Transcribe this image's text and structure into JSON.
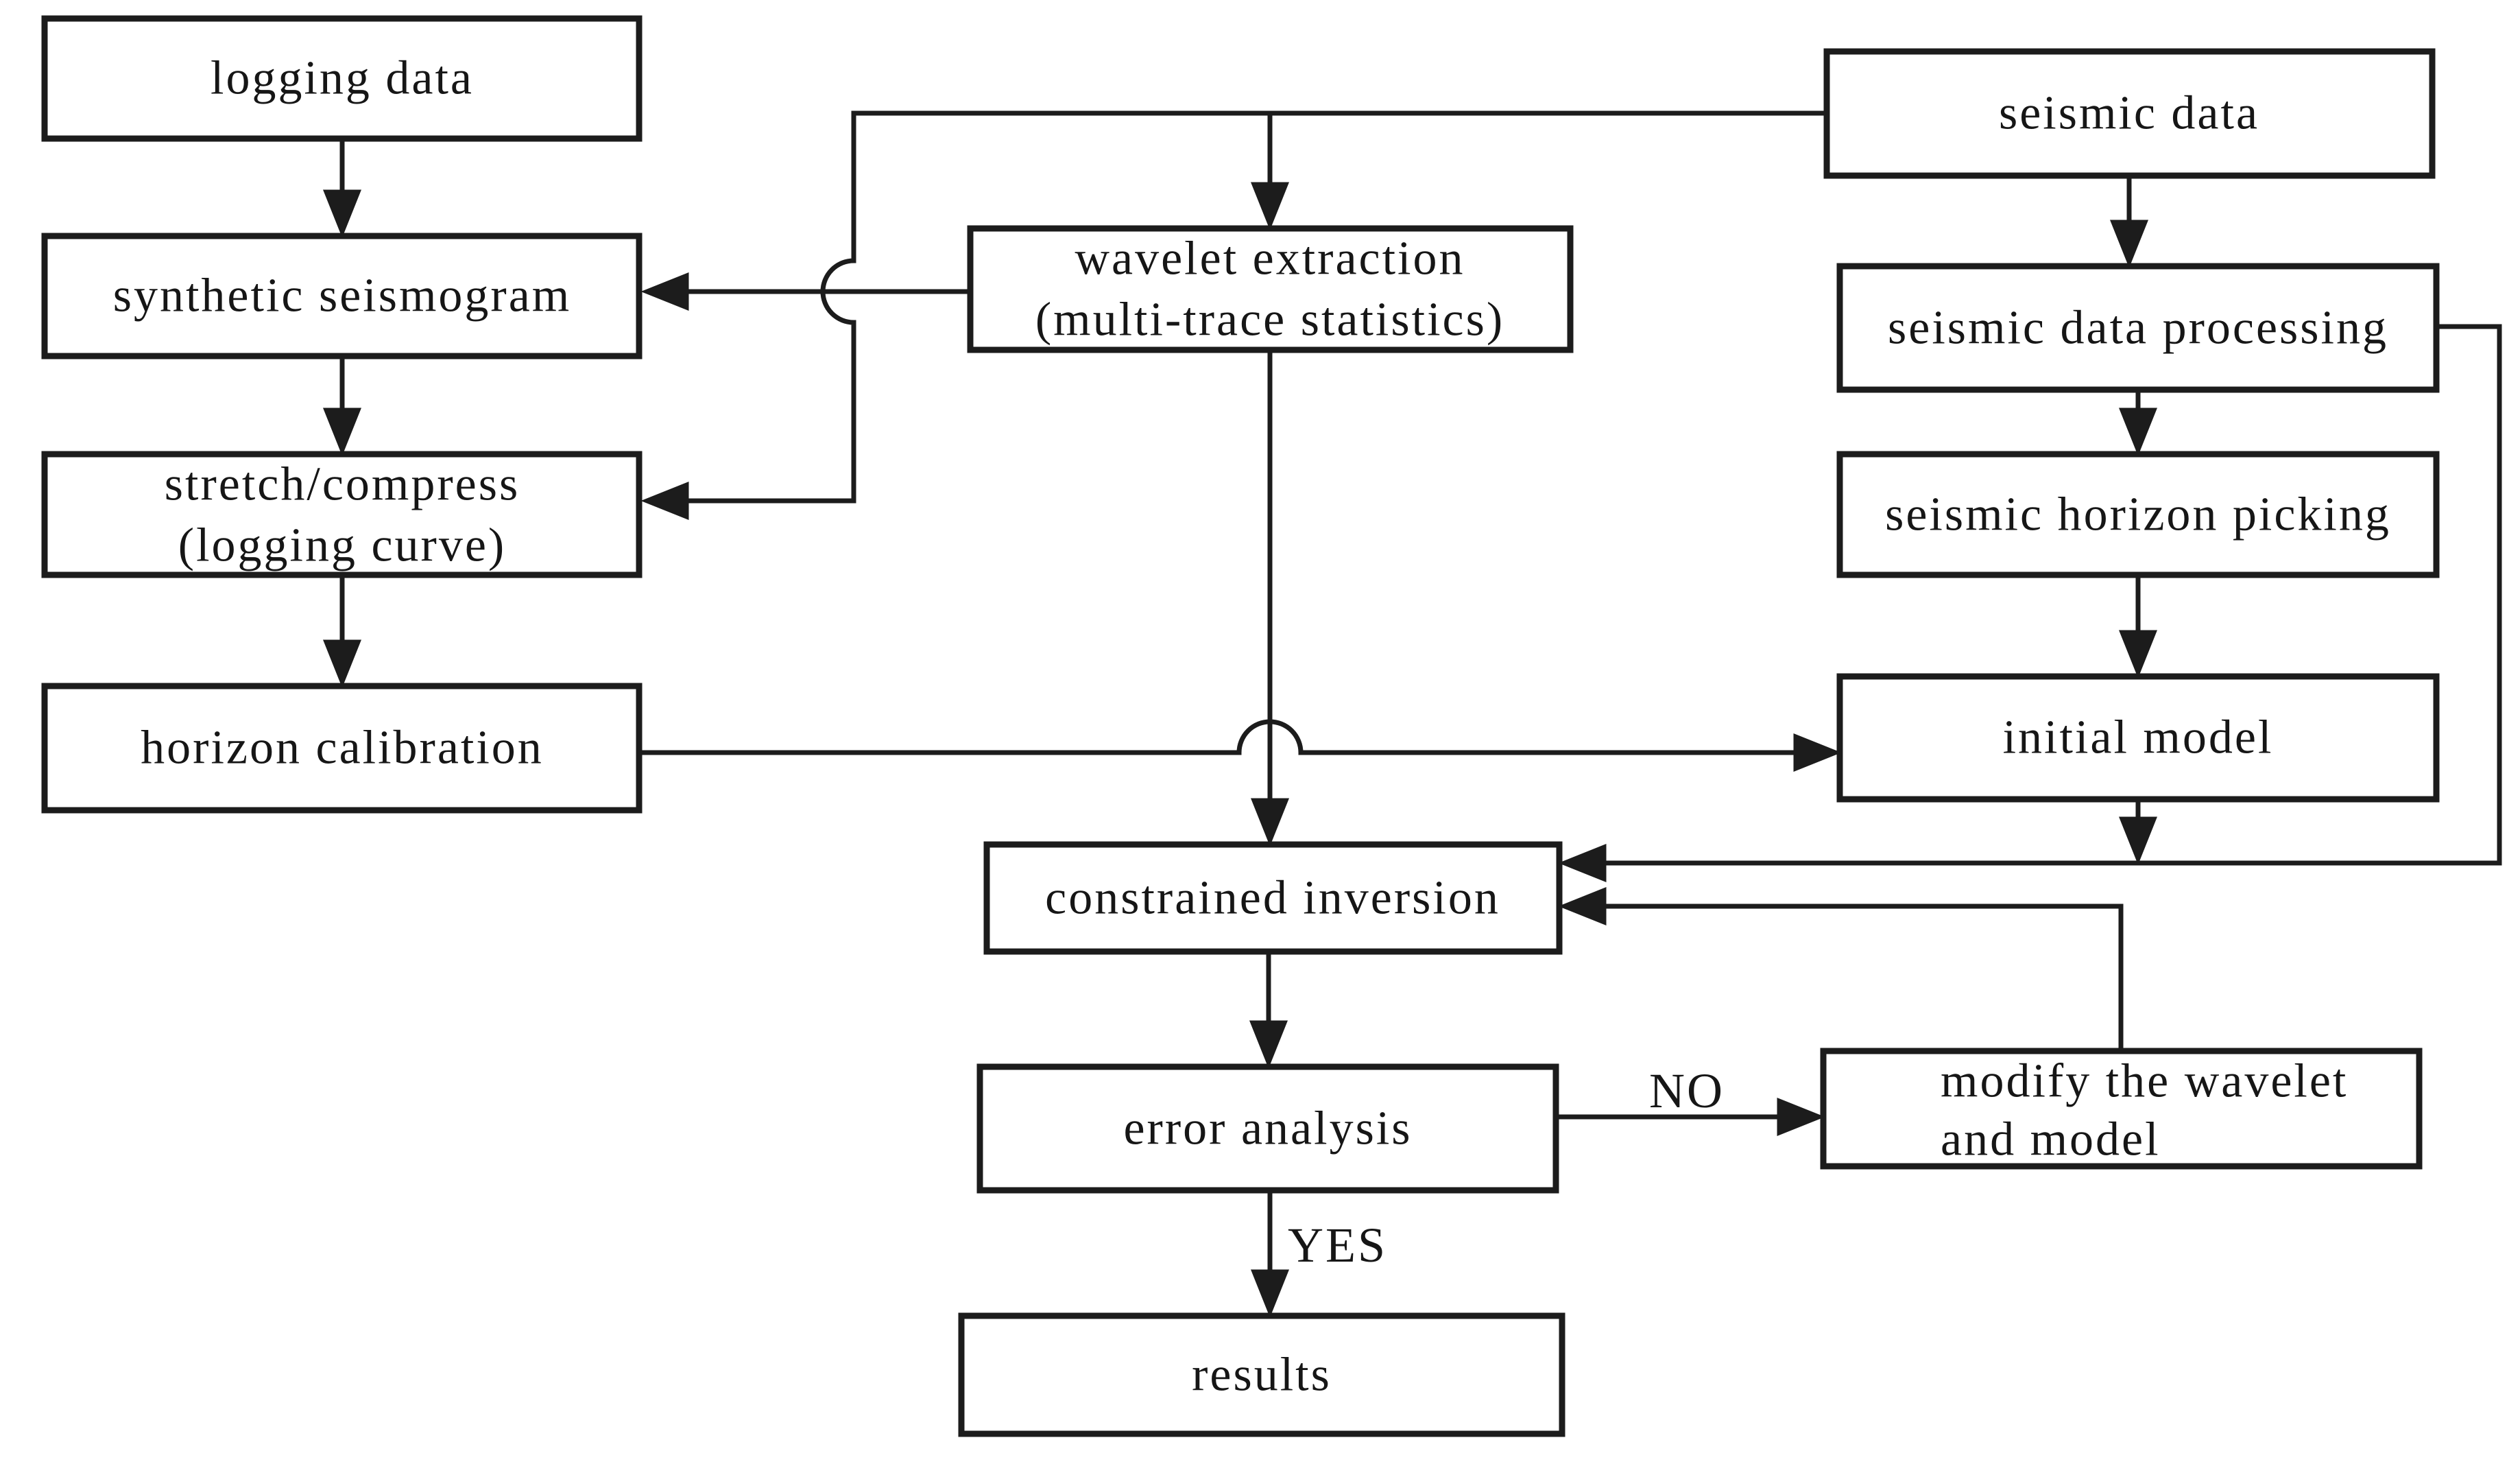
{
  "nodes": {
    "logging_data": {
      "label": "logging data"
    },
    "synthetic_seismogram": {
      "label": "synthetic seismogram"
    },
    "stretch_compress": {
      "lines": [
        "stretch/compress",
        "(logging curve)"
      ]
    },
    "horizon_calibration": {
      "label": "horizon calibration"
    },
    "wavelet_extraction": {
      "lines": [
        "wavelet extraction",
        "(multi-trace statistics)"
      ]
    },
    "seismic_data": {
      "label": "seismic data"
    },
    "seismic_data_processing": {
      "label": "seismic data processing"
    },
    "seismic_horizon_picking": {
      "label": "seismic horizon picking"
    },
    "initial_model": {
      "label": "initial model"
    },
    "constrained_inversion": {
      "label": "constrained inversion"
    },
    "error_analysis": {
      "label": "error analysis"
    },
    "modify_wavelet_model": {
      "lines": [
        "modify the wavelet",
        "and model"
      ]
    },
    "results": {
      "label": "results"
    }
  },
  "edge_labels": {
    "no": "NO",
    "yes": "YES"
  },
  "edges": [
    {
      "from": "logging_data",
      "to": "synthetic_seismogram"
    },
    {
      "from": "synthetic_seismogram",
      "to": "stretch_compress"
    },
    {
      "from": "stretch_compress",
      "to": "horizon_calibration"
    },
    {
      "from": "seismic_data",
      "to": "wavelet_extraction"
    },
    {
      "from": "seismic_data",
      "to": "stretch_compress"
    },
    {
      "from": "wavelet_extraction",
      "to": "synthetic_seismogram"
    },
    {
      "from": "wavelet_extraction",
      "to": "constrained_inversion"
    },
    {
      "from": "horizon_calibration",
      "to": "initial_model"
    },
    {
      "from": "seismic_data",
      "to": "seismic_data_processing"
    },
    {
      "from": "seismic_data_processing",
      "to": "seismic_horizon_picking"
    },
    {
      "from": "seismic_horizon_picking",
      "to": "initial_model"
    },
    {
      "from": "seismic_data_processing",
      "to": "constrained_inversion"
    },
    {
      "from": "initial_model",
      "to": "constrained_inversion"
    },
    {
      "from": "modify_wavelet_model",
      "to": "constrained_inversion"
    },
    {
      "from": "constrained_inversion",
      "to": "error_analysis"
    },
    {
      "from": "error_analysis",
      "to": "modify_wavelet_model",
      "label": "NO"
    },
    {
      "from": "error_analysis",
      "to": "results",
      "label": "YES"
    }
  ],
  "colors": {
    "line": "#1c1c1c",
    "box_fill": "#ffffff",
    "text": "#161616",
    "background": "#ffffff"
  }
}
